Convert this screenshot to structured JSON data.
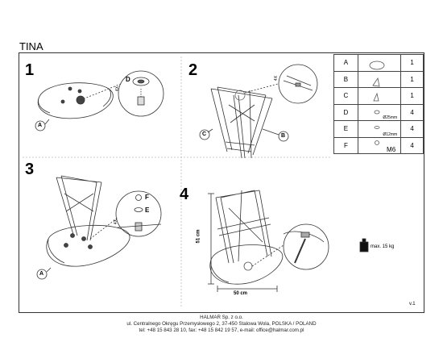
{
  "title": "TINA",
  "steps": [
    "1",
    "2",
    "3",
    "4"
  ],
  "parts": [
    {
      "letter": "A",
      "size": "",
      "qty": "1",
      "icon": "seat-top-icon"
    },
    {
      "letter": "B",
      "size": "",
      "qty": "1",
      "icon": "leg-frame-icon"
    },
    {
      "letter": "C",
      "size": "",
      "qty": "1",
      "icon": "leg-frame-icon"
    },
    {
      "letter": "D",
      "size": "Ø25mm",
      "qty": "4",
      "icon": "glide-icon"
    },
    {
      "letter": "E",
      "size": "Ø12mm",
      "qty": "4",
      "icon": "washer-icon"
    },
    {
      "letter": "F",
      "size": "M6",
      "qty": "4",
      "icon": "bolt-icon"
    }
  ],
  "callouts": {
    "step1_seat": "A",
    "step1_part": "D",
    "step1_count": "4X",
    "step2_left": "C",
    "step2_right": "B",
    "step2_count": "4X",
    "step3_part_f": "F",
    "step3_part_e": "E",
    "step3_seat": "A",
    "step3_count": "4X"
  },
  "dimensions": {
    "height": "51 cm",
    "width": "50 cm"
  },
  "max_load": "max. 15 kg",
  "version": "v.1",
  "footer": [
    "HALMAR Sp. z o.o.",
    "ul. Centralnego Okręgu Przemysłowego 2, 37-450 Stalowa Wola, POLSKA / POLAND",
    "tel: +48 15 843 28 10, fax: +48 15 842 19 57, e-mail: office@halmar.com.pl"
  ]
}
